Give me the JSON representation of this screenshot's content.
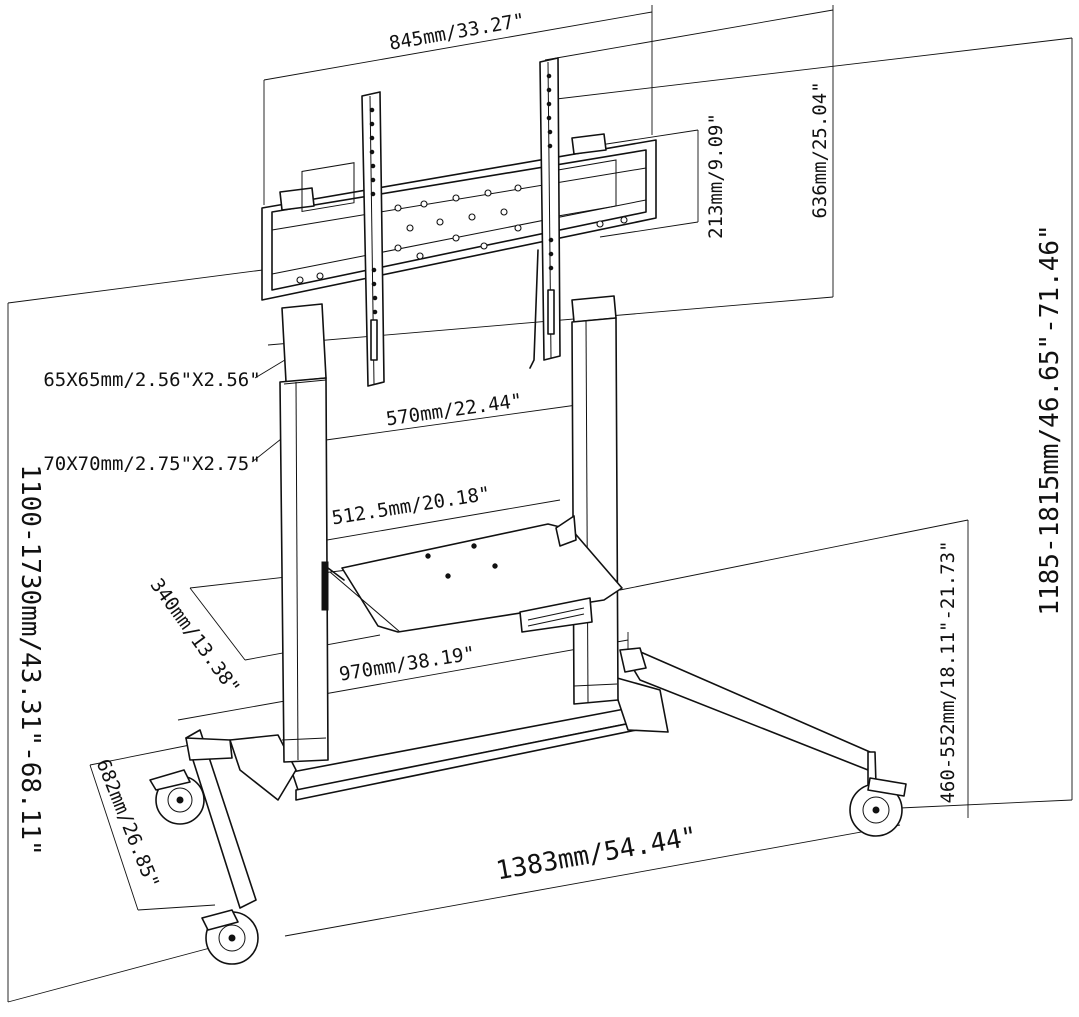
{
  "dimensions": {
    "mount_width": "845mm/33.27\"",
    "mount_height": "636mm/25.04\"",
    "vesa_vertical": "213mm/9.09\"",
    "upper_column": "65X65mm/2.56\"X2.56\"",
    "lower_column": "70X70mm/2.75\"X2.75\"",
    "column_spacing": "570mm/22.44\"",
    "shelf_width": "512.5mm/20.18\"",
    "shelf_depth": "340mm/13.38\"",
    "base_width": "970mm/38.19\"",
    "overall_width": "1383mm/54.44\"",
    "base_depth": "682mm/26.85\"",
    "shelf_height": "460-552mm/18.11\"-21.73\"",
    "total_height": "1185-1815mm/46.65\"-71.46\"",
    "mount_center_height": "1100-1730mm/43.31\"-68.11\""
  }
}
